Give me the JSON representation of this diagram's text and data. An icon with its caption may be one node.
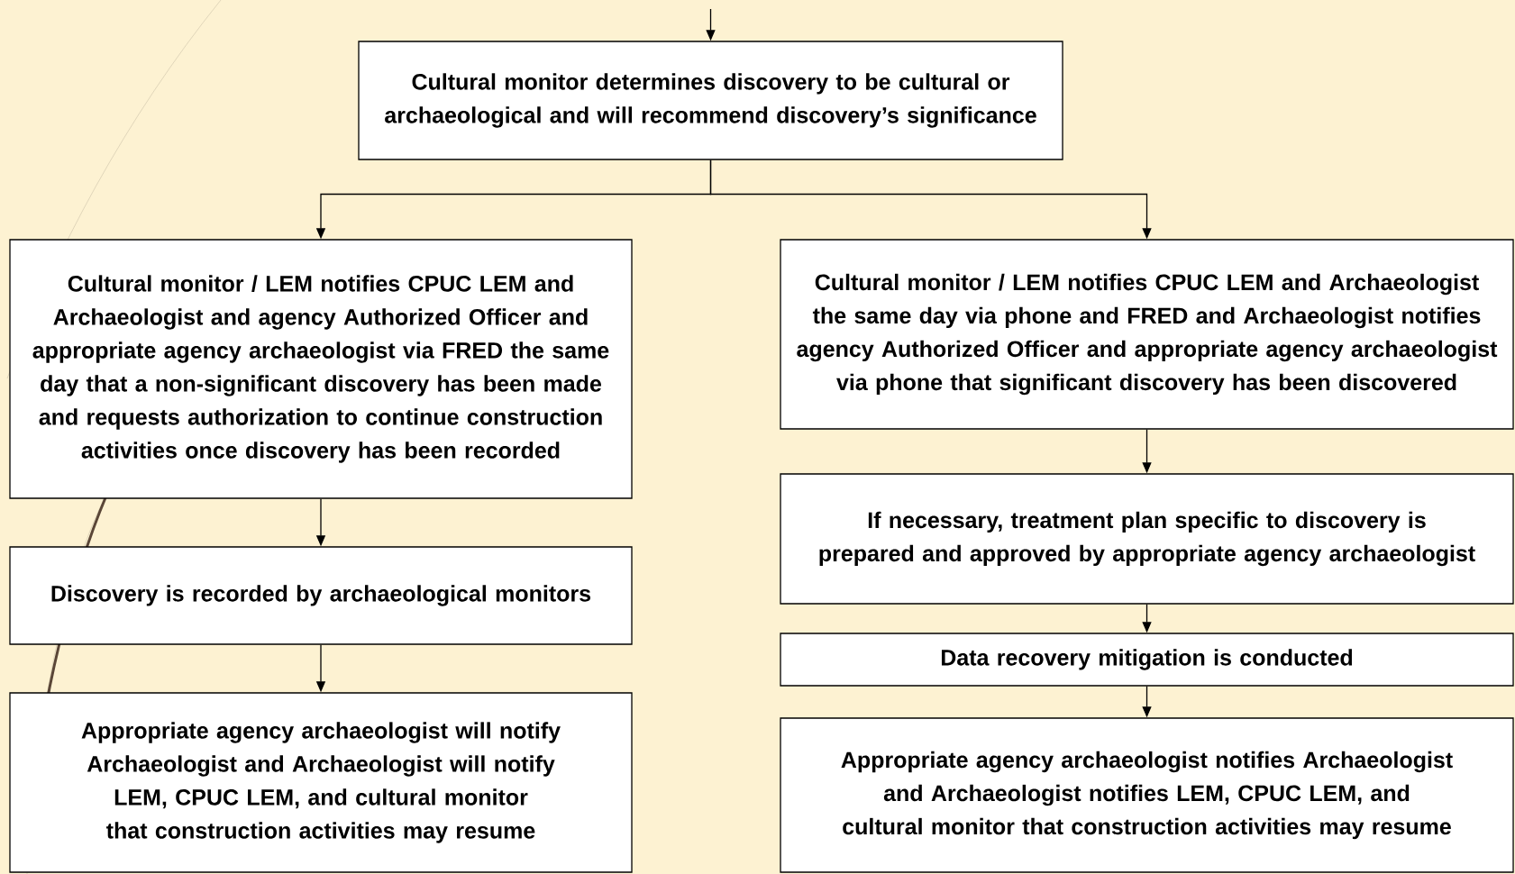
{
  "diagram": {
    "nodes": [
      {
        "text": [
          "Cultural monitor determines discovery to be cultural or archaeological and will recommend discovery’s significance"
        ]
      },
      {
        "text": [
          "Cultural monitor / LEM notifies CPUC LEM and Archaeologist and agency Authorized Officer and appropriate agency archaeologist via FRED the same day that a non-significant discovery has been made and requests authorization to continue construction activities once discovery has been recorded"
        ]
      },
      {
        "text": [
          "Discovery is recorded by archaeological monitors"
        ]
      },
      {
        "text": [
          "Appropriate agency archaeologist will notify Archaeologist and Archaeologist will notify LEM, CPUC LEM, and cultural monitor that construction activities may resume"
        ]
      },
      {
        "text": [
          "Cultural monitor / LEM notifies CPUC LEM and Archaeologist the same day via phone and FRED and Archaeologist notifies agency Authorized Officer and appropriate agency archaeologist via phone that significant discovery has been discovered"
        ]
      },
      {
        "text": [
          "If necessary, treatment plan specific to discovery is prepared and approved by appropriate agency archaeologist"
        ]
      },
      {
        "text": [
          "Data recovery mitigation is conducted"
        ]
      },
      {
        "text": [
          "Appropriate agency archaeologist notifies Archaeologist and Archaeologist notifies LEM, CPUC LEM, and cultural monitor that construction activities may resume"
        ]
      }
    ],
    "edges": [
      {
        "from": null,
        "to": 0,
        "arrow": "to"
      },
      {
        "from": 0,
        "to": 1,
        "arrow": "to"
      },
      {
        "from": 0,
        "to": 4,
        "arrow": "to"
      },
      {
        "from": 1,
        "to": 2,
        "arrow": "to"
      },
      {
        "from": 2,
        "to": 3,
        "arrow": "to"
      },
      {
        "from": 4,
        "to": 5,
        "arrow": "to"
      },
      {
        "from": 5,
        "to": 6,
        "arrow": "to"
      },
      {
        "from": 6,
        "to": 7,
        "arrow": "to"
      }
    ]
  }
}
